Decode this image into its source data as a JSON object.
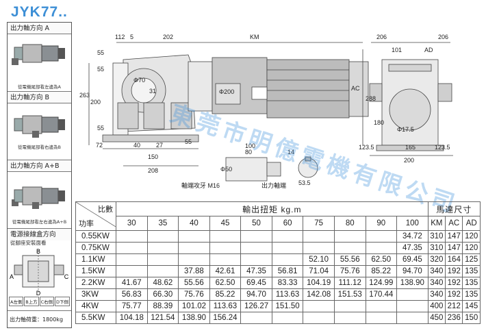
{
  "title": "JYK77..",
  "left_panel": {
    "section_a": {
      "heading": "出力軸方向 A",
      "caption": "從電機尾部看左邊為A"
    },
    "section_b": {
      "heading": "出力軸方向 B",
      "caption": "從電機尾部看右邊為B"
    },
    "section_ab": {
      "heading": "出力軸方向 A+B",
      "caption": "從電機尾部看左右邊為A+B"
    },
    "junction": {
      "heading": "電源接線盒方向",
      "sub": "從腳座安裝面看",
      "labels": {
        "top": "B",
        "left": "A",
        "right": "C",
        "bottom": "D"
      },
      "legend": [
        "A左側",
        "B上方",
        "C右側",
        "D下側"
      ]
    },
    "torque_note": "出力軸荷重：1800kg"
  },
  "drawing": {
    "dims": {
      "d112": "112",
      "d5": "5",
      "d202": "202",
      "dKM": "KM",
      "d55a": "55",
      "d55b": "55",
      "d263": "263",
      "d200": "200",
      "dphi70": "Φ70",
      "d31": "31",
      "dphi200": "Φ200",
      "dAC": "AC",
      "d72": "72",
      "d40": "40",
      "d27": "27",
      "d55c": "55",
      "d150": "150",
      "d208": "208",
      "d206a": "206",
      "d206b": "206",
      "d101": "101",
      "dAD": "AD",
      "d288": "288",
      "d180": "180",
      "dphi175": "Φ17.5",
      "d1235a": "123.5",
      "d165": "165",
      "d1235b": "123.5",
      "d200b": "200",
      "d100": "100",
      "d80": "80",
      "d14": "14",
      "dphi50": "Φ50",
      "d535": "53.5"
    },
    "shaft_thread_label": "軸端攻牙 M16",
    "output_shaft_label": "出力軸端"
  },
  "watermark": "東莞市明億電機有限公司",
  "table": {
    "power_label": "功率",
    "ratio_label": "比數",
    "torque_header": "輸出扭矩 kg.m",
    "motor_dim_header": "馬達尺寸",
    "ratios": [
      "30",
      "35",
      "40",
      "45",
      "50",
      "60",
      "75",
      "80",
      "90",
      "100"
    ],
    "dim_cols": [
      "KM",
      "AC",
      "AD"
    ],
    "rows": [
      {
        "power": "0.55KW",
        "values": [
          "",
          "",
          "",
          "",
          "",
          "",
          "",
          "",
          "",
          "34.72"
        ],
        "dims": [
          "310",
          "147",
          "120"
        ]
      },
      {
        "power": "0.75KW",
        "values": [
          "",
          "",
          "",
          "",
          "",
          "",
          "",
          "",
          "",
          "47.35"
        ],
        "dims": [
          "310",
          "147",
          "120"
        ]
      },
      {
        "power": "1.1KW",
        "values": [
          "",
          "",
          "",
          "",
          "",
          "",
          "52.10",
          "55.56",
          "62.50",
          "69.45"
        ],
        "dims": [
          "320",
          "164",
          "125"
        ]
      },
      {
        "power": "1.5KW",
        "values": [
          "",
          "",
          "37.88",
          "42.61",
          "47.35",
          "56.81",
          "71.04",
          "75.76",
          "85.22",
          "94.70"
        ],
        "dims": [
          "340",
          "192",
          "135"
        ]
      },
      {
        "power": "2.2KW",
        "values": [
          "41.67",
          "48.62",
          "55.56",
          "62.50",
          "69.45",
          "83.33",
          "104.19",
          "111.12",
          "124.99",
          "138.90"
        ],
        "dims": [
          "340",
          "192",
          "135"
        ]
      },
      {
        "power": "3KW",
        "values": [
          "56.83",
          "66.30",
          "75.76",
          "85.22",
          "94.70",
          "113.63",
          "142.08",
          "151.53",
          "170.44",
          ""
        ],
        "dims": [
          "340",
          "192",
          "135"
        ]
      },
      {
        "power": "4KW",
        "values": [
          "75.77",
          "88.39",
          "101.02",
          "113.63",
          "126.27",
          "151.50",
          "",
          "",
          "",
          ""
        ],
        "dims": [
          "400",
          "212",
          "145"
        ]
      },
      {
        "power": "5.5KW",
        "values": [
          "104.18",
          "121.54",
          "138.90",
          "156.24",
          "",
          "",
          "",
          "",
          "",
          ""
        ],
        "dims": [
          "450",
          "236",
          "150"
        ]
      }
    ]
  },
  "colors": {
    "title": "#3d8fd6",
    "watermark": "#4696dc"
  }
}
